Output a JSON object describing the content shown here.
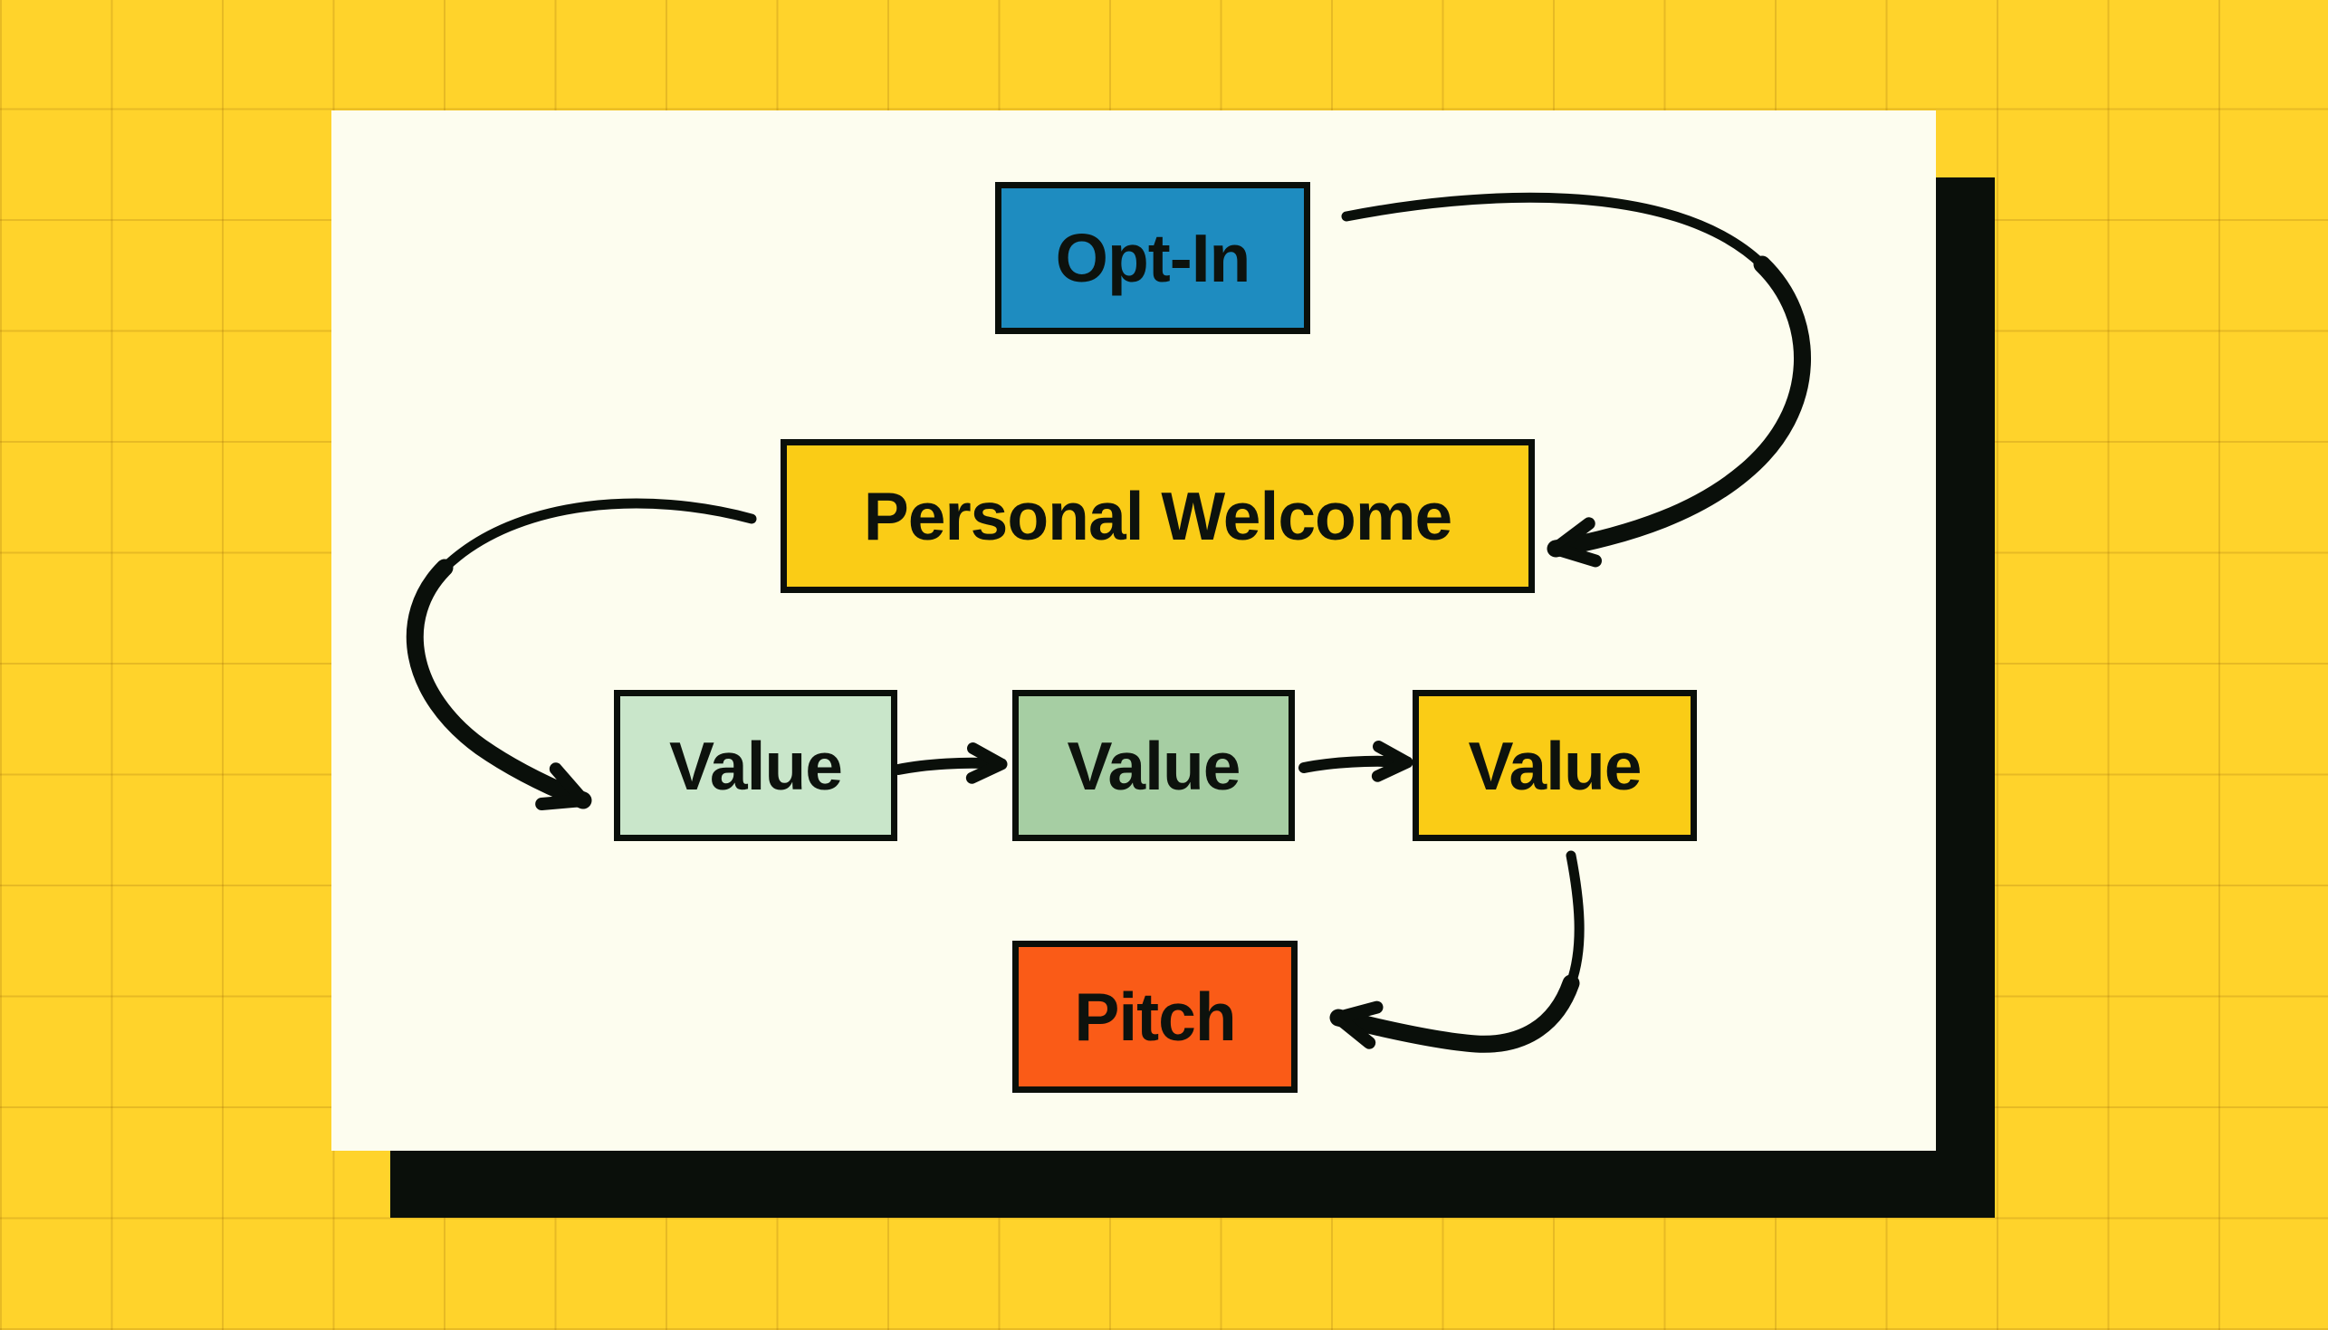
{
  "page": {
    "background_color": "#FFD32B",
    "card_color": "#FDFDEF",
    "ink_color": "#0A0F0A"
  },
  "diagram": {
    "type": "flowchart",
    "nodes": [
      {
        "id": "opt-in",
        "label": "Opt-In",
        "fill": "#1E8CC0"
      },
      {
        "id": "personal-welcome",
        "label": "Personal Welcome",
        "fill": "#FACC16"
      },
      {
        "id": "value-1",
        "label": "Value",
        "fill": "#C9E6CA"
      },
      {
        "id": "value-2",
        "label": "Value",
        "fill": "#A6CEA3"
      },
      {
        "id": "value-3",
        "label": "Value",
        "fill": "#FACC16"
      },
      {
        "id": "pitch",
        "label": "Pitch",
        "fill": "#FA5B17"
      }
    ],
    "edges": [
      {
        "from": "opt-in",
        "to": "personal-welcome",
        "style": "curved"
      },
      {
        "from": "personal-welcome",
        "to": "value-1",
        "style": "curved"
      },
      {
        "from": "value-1",
        "to": "value-2",
        "style": "straight"
      },
      {
        "from": "value-2",
        "to": "value-3",
        "style": "straight"
      },
      {
        "from": "value-3",
        "to": "pitch",
        "style": "curved"
      }
    ]
  }
}
